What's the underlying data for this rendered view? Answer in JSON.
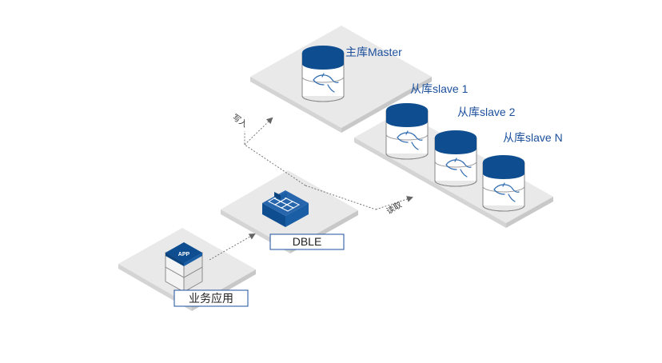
{
  "colors": {
    "accent": "#0e4d8f",
    "platform": "#eeeeee",
    "platform_edge": "#c9c9c9",
    "label_border": "#1b4f9c",
    "text_blue": "#1b4f9c",
    "connector": "#777777"
  },
  "icons": [
    "mysql-dolphin-icon",
    "app-cube-icon",
    "dble-server-icon"
  ],
  "nodes": {
    "master": {
      "label": "主库Master"
    },
    "slaves": [
      {
        "label": "从库slave 1"
      },
      {
        "label": "从库slave 2"
      },
      {
        "label": "从库slave N"
      }
    ],
    "dble": {
      "label": "DBLE",
      "icon_text": ""
    },
    "app": {
      "label": "业务应用",
      "icon_text": "APP"
    }
  },
  "edges": {
    "write": {
      "label": "写入"
    },
    "read": {
      "label": "读取"
    }
  }
}
